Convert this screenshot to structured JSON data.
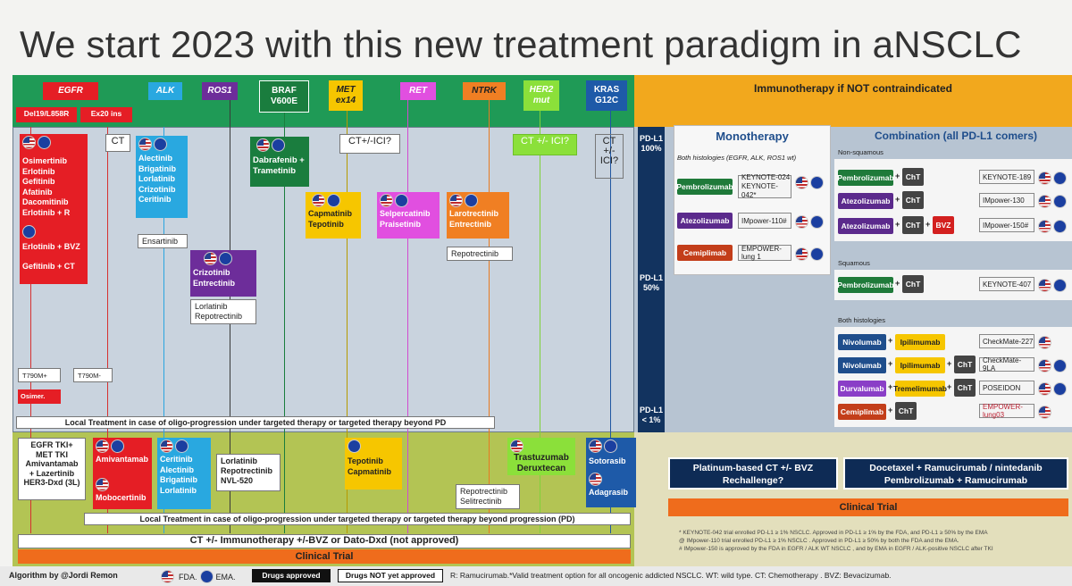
{
  "title": "We start 2023 with this new treatment paradigm in aNSCLC",
  "immunotherapy_header": "Immunotherapy if NOT contraindicated",
  "targets": {
    "egfr": "EGFR",
    "egfr_del": "Del19/L858R",
    "egfr_ex20": "Ex20 ins",
    "alk": "ALK",
    "ros1": "ROS1",
    "braf": "BRAF V600E",
    "met": "MET ex14",
    "ret": "RET",
    "ntrk": "NTRK",
    "her2": "HER2 mut",
    "kras": "KRAS G12C"
  },
  "first_line": {
    "egfr_drugs": "Osimertinib\nErlotinib\nGefitinib\nAfatinib\nDacomitinib\nErlotinib + R",
    "egfr_bvz": "Erlotinib + BVZ",
    "egfr_gef_ct": "Gefitinib + CT",
    "ex20_ct": "CT",
    "alk_drugs": "Alectinib\nBrigatinib\nLorlatinib\nCrizotinib\nCeritinib",
    "alk_ensartinib": "Ensartinib",
    "ros1_drugs": "Crizotinib\nEntrectinib",
    "ros1_pending": "Lorlatinib\nRepotrectinib",
    "braf_drugs": "Dabrafenib +\nTrametinib",
    "met_ct": "CT+/-ICI?",
    "met_drugs": "Capmatinib\nTepotinib",
    "ret_drugs": "Selpercatinib\nPraisetinib",
    "ntrk_drugs": "Larotrectinib\nEntrectinib",
    "ntrk_pending": "Repotrectinib",
    "her2_ct": "CT +/- ICI?",
    "kras_ct": "CT\n+/-\nICI?",
    "t790m_pos": "T790M+",
    "t790m_neg": "T790M-",
    "osimer": "Osimer.",
    "local_treatment": "Local Treatment in case of oligo-progression under targeted therapy  or targeted therapy beyond PD"
  },
  "pdl1": {
    "high": "PD-L1\n100%",
    "mid": "PD-L1\n50%",
    "low": "PD-L1\n< 1%"
  },
  "immunotherapy": {
    "mono_title": "Monotherapy",
    "combo_title": "Combination (all PD-L1 comers)",
    "both_hist_note": "Both histologies (EGFR, ALK, ROS1 wt)",
    "non_squamous": "Non-squamous",
    "squamous": "Squamous",
    "both_histologies": "Both histologies",
    "mono": [
      {
        "drug": "Pembrolizumab",
        "ref": "KEYNOTE-024\nKEYNOTE-042*"
      },
      {
        "drug": "Atezolizumab",
        "ref": "IMpower-110#"
      },
      {
        "drug": "Cemiplimab",
        "ref": "EMPOWER-lung 1"
      }
    ],
    "combo_nonsq": [
      {
        "drug": "Pembrolizumab",
        "chemo": "ChT",
        "ref": "KEYNOTE-189"
      },
      {
        "drug": "Atezolizumab",
        "chemo": "ChT",
        "ref": "IMpower-130"
      },
      {
        "drug": "Atezolizumab",
        "chemo": "ChT",
        "extra": "BVZ",
        "ref": "IMpower-150#"
      }
    ],
    "combo_sq": [
      {
        "drug": "Pembrolizumab",
        "chemo": "ChT",
        "ref": "KEYNOTE-407"
      }
    ],
    "combo_both": [
      {
        "drug": "Nivolumab",
        "partner": "Ipilimumab",
        "ref": "CheckMate-227"
      },
      {
        "drug": "Nivolumab",
        "partner": "Ipilimumab",
        "chemo": "ChT",
        "ref": "CheckMate-9LA"
      },
      {
        "drug": "Durvalumab",
        "partner": "Tremelimumab",
        "chemo": "ChT",
        "ref": "POSEIDON"
      },
      {
        "drug": "Cemiplimab",
        "chemo": "ChT",
        "ref": "EMPOWER-lung03"
      }
    ]
  },
  "second_line": {
    "egfr_met": "EGFR TKI+\nMET TKI\nAmivantamab\n+ Lazertinib\nHER3-Dxd (3L)",
    "amivantamab": "Amivantamab",
    "mobocertinib": "Mobocertinib",
    "alk_drugs": "Ceritinib\nAlectinib\nBrigatinib\nLorlatinib",
    "ros1_drugs": "Lorlatinib\nRepotrectinib\nNVL-520",
    "met_drugs": "Tepotinib\nCapmatinib",
    "ntrk_drugs": "Repotrectinib\nSelitrectinib",
    "her2_drugs": "Trastuzumab\nDeruxtecan",
    "kras_drugs": "Sotorasib",
    "kras_drugs2": "Adagrasib",
    "local_treatment": "Local Treatment in case of oligo-progression under targeted therapy  or targeted therapy beyond progression (PD)",
    "ct_io": "CT +/- Immunotherapy +/-BVZ or Dato-Dxd (not approved)",
    "clinical_trial": "Clinical Trial",
    "platinum": "Platinum-based CT +/- BVZ\nRechallenge?",
    "docetaxel": "Docetaxel + Ramucirumab / nintedanib\nPembrolizumab + Ramucirumab",
    "io_clinical_trial": "Clinical Trial",
    "notes": "* KEYNOTE-042 trial enrolled PD-L1 ≥ 1% NSCLC. Approved in PD-L1 ≥ 1% by the FDA, and PD-L1 ≥ 50% by the EMA\n@ IMpower-110 trial enrolled PD-L1 ≥ 1% NSCLC . Approved  in PD-L1 ≥ 50% by both the FDA and the EMA.\n# IMpower-150 is approved by the FDA in EGFR / ALK WT NSCLC , and by EMA in EGFR / ALK-positive NSCLC after  TKI"
  },
  "footer": {
    "author": "Algorithm by @Jordi Remon",
    "fda": "FDA.",
    "ema": "EMA.",
    "approved": "Drugs approved",
    "not_approved": "Drugs NOT yet approved",
    "abbrev": "R: Ramucirumab.*Valid treatment option for all oncogenic addicted NSCLC. WT: wild type. CT: Chemotherapy . BVZ: Bevacizumab."
  },
  "colors": {
    "egfr": "#e51e25",
    "alk": "#29a8e0",
    "ros1": "#6d2d9a",
    "braf": "#1a7d3e",
    "met": "#f6c600",
    "ret": "#e14fe0",
    "ntrk": "#f07f23",
    "her2": "#8be03a",
    "kras": "#1e5aa8",
    "io_green": "#1f7a3a",
    "io_purple": "#5b2a8c",
    "io_red": "#c33e1a",
    "io_blue": "#1f4e8c",
    "io_violet": "#8a3ec7",
    "clinical_trial": "#ef6c1c"
  }
}
